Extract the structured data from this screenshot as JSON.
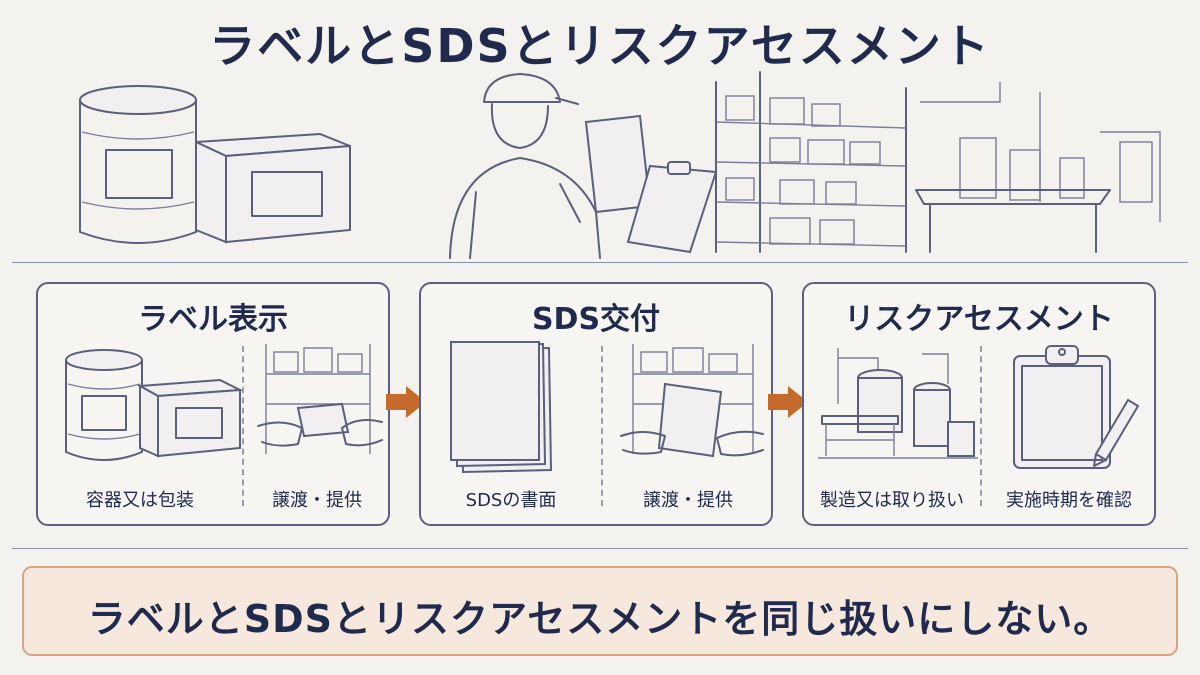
{
  "title": "ラベルとSDSとリスクアセスメント",
  "panels": [
    {
      "title": "ラベル表示",
      "captions": [
        "容器又は包装",
        "譲渡・提供"
      ]
    },
    {
      "title": "SDS交付",
      "captions": [
        "SDSの書面",
        "譲渡・提供"
      ]
    },
    {
      "title": "リスクアセスメント",
      "captions": [
        "製造又は取り扱い",
        "実施時期を確認"
      ]
    }
  ],
  "footer": "ラベルとSDSとリスクアセスメントを同じ扱いにしない。",
  "icons": [
    "drum-icon",
    "box-icon",
    "worker-icon",
    "clipboard-icon",
    "document-icon",
    "shelf-icon",
    "handover-icon",
    "plant-icon",
    "pen-icon",
    "arrow-right-icon"
  ],
  "colors": {
    "ink": "#1f2a4d",
    "arrow": "#c46a2d",
    "footer_bg": "#f7e8de",
    "footer_border": "#d9a47f"
  }
}
